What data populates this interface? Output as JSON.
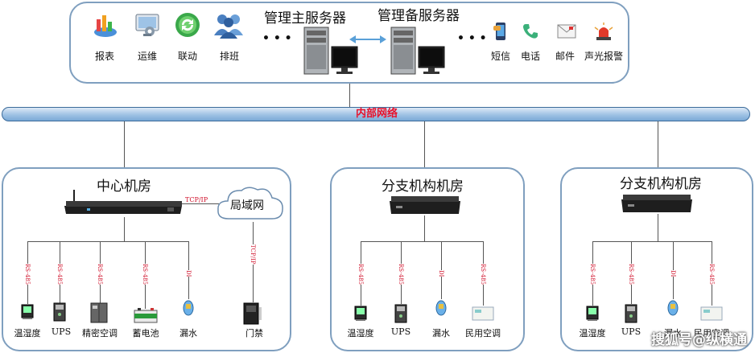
{
  "top": {
    "main_server": "管理主服务器",
    "backup_server": "管理备服务器",
    "ellipsis": "• • •",
    "left_icons": [
      {
        "label": "报表",
        "icon": "report-icon"
      },
      {
        "label": "运维",
        "icon": "maintenance-icon"
      },
      {
        "label": "联动",
        "icon": "linkage-icon"
      },
      {
        "label": "排班",
        "icon": "schedule-icon"
      }
    ],
    "right_icons": [
      {
        "label": "短信",
        "icon": "sms-icon"
      },
      {
        "label": "电话",
        "icon": "phone-icon"
      },
      {
        "label": "邮件",
        "icon": "mail-icon"
      },
      {
        "label": "声光报警",
        "icon": "alarm-light-icon"
      }
    ]
  },
  "network": {
    "label": "内部网络",
    "color": "#e8102a"
  },
  "center": {
    "title": "中心机房",
    "cloud": "局域网",
    "tcp_top": "TCP/IP",
    "tcp_side": "TCP/IP",
    "devices": [
      {
        "label": "温湿度",
        "proto": "RS-485"
      },
      {
        "label": "UPS",
        "proto": "RS-485"
      },
      {
        "label": "精密空调",
        "proto": "RS-485"
      },
      {
        "label": "蓄电池",
        "proto": "RS-485"
      },
      {
        "label": "漏水",
        "proto": "DI"
      },
      {
        "label": "门禁",
        "proto": ""
      }
    ]
  },
  "branch1": {
    "title": "分支机构机房",
    "devices": [
      {
        "label": "温湿度",
        "proto": "RS-485"
      },
      {
        "label": "UPS",
        "proto": "RS-485"
      },
      {
        "label": "漏水",
        "proto": "DI"
      },
      {
        "label": "民用空调",
        "proto": "RS-485"
      }
    ]
  },
  "branch2": {
    "title": "分支机构机房",
    "devices": [
      {
        "label": "温湿度",
        "proto": "RS-485"
      },
      {
        "label": "UPS",
        "proto": "RS-485"
      },
      {
        "label": "漏水",
        "proto": "DI"
      },
      {
        "label": "民用空调",
        "proto": "RS-485"
      }
    ]
  },
  "watermark": "搜狐号@纵横通"
}
